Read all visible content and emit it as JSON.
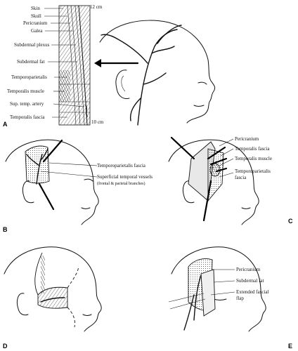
{
  "panels": {
    "a": {
      "letter": "A",
      "scale_top": "12 cm",
      "scale_bottom": "10 cm",
      "layers": [
        "Skin",
        "Skull",
        "Pericranium",
        "Galea",
        "Subdermal plexus",
        "Subdermal fat",
        "Temporoparietalis",
        "Temporalis muscle",
        "Sup. temp. artery",
        "Temporalis fascia"
      ]
    },
    "b": {
      "letter": "B",
      "labels": [
        "Temporoparietalis fascia",
        "Superficial temporal vessels",
        "(frontal & parietal branches)"
      ]
    },
    "c": {
      "letter": "C",
      "labels": [
        "Pericranium",
        "Temporalis fascia",
        "Temporalis muscle",
        "Temporoparietalis",
        "fascia"
      ]
    },
    "d": {
      "letter": "D"
    },
    "e": {
      "letter": "E",
      "labels": [
        "Pericranium",
        "Subdermal fat",
        "Extended fascial",
        "flap"
      ]
    }
  }
}
